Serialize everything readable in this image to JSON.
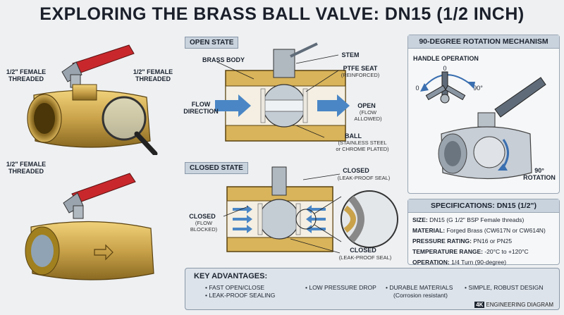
{
  "title": "EXPLORING THE BRASS BALL VALVE: DN15 (1/2 INCH)",
  "left": {
    "label_top_left": "1/2\" FEMALE\nTHREADED",
    "label_top_right": "1/2\" FEMALE\nTHREADED",
    "label_bottom_left": "1/2\" FEMALE\nTHREADED"
  },
  "open_state": {
    "tag": "OPEN STATE",
    "brass_body": "BRASS BODY",
    "stem": "STEM",
    "ptfe_seat": "PTFE SEAT",
    "ptfe_sub": "(REINFORCED)",
    "flow_direction": "FLOW\nDIRECTION",
    "open": "OPEN",
    "open_sub": "(FLOW ALLOWED)",
    "ball": "BALL",
    "ball_sub": "(STAINLESS STEEL\nor CHROME PLATED)"
  },
  "closed_state": {
    "tag": "CLOSED STATE",
    "closed_top": "CLOSED",
    "closed_top_sub": "(LEAK-PROOF SEAL)",
    "closed_left": "CLOSED",
    "closed_left_sub": "(FLOW BLOCKED)",
    "closed_bottom": "CLOSED",
    "closed_bottom_sub": "(LEAK-PROOF SEAL)"
  },
  "rotation": {
    "title": "90-DEGREE ROTATION MECHANISM",
    "handle_operation": "HANDLE OPERATION",
    "deg_top": "0",
    "deg_left": "0",
    "deg_right": "90°",
    "rotation_label": "90°\nROTATION"
  },
  "specs": {
    "title": "SPECIFICATIONS: DN15 (1/2\")",
    "lines": [
      {
        "key": "SIZE:",
        "value": " DN15 (G 1/2\" BSP Female threads)"
      },
      {
        "key": "MATERIAL:",
        "value": " Forged Brass (CW617N or CW614N)"
      },
      {
        "key": "PRESSURE RATING:",
        "value": " PN16 or PN25"
      },
      {
        "key": "TEMPERATURE RANGE:",
        "value": " -20°C to +120°C"
      },
      {
        "key": "OPERATION:",
        "value": " 1/4 Turn (90-degree)"
      }
    ]
  },
  "advantages": {
    "title": "KEY ADVANTAGES:",
    "items": [
      "• FAST OPEN/CLOSE",
      "• LEAK-PROOF SEALING",
      "• LOW PRESSURE DROP",
      "• DURABLE MATERIALS",
      "(Corrosion resistant)",
      "• SIMPLE, ROBUST DESIGN"
    ]
  },
  "badge": {
    "mark": "4K",
    "text": "ENGINEERING DIAGRAM"
  },
  "colors": {
    "brass": "#c9a24a",
    "handle_red": "#c8282c",
    "handle_gray": "#5f6b78",
    "flow_blue": "#4a86c5",
    "header_bg": "#c9d3de"
  }
}
